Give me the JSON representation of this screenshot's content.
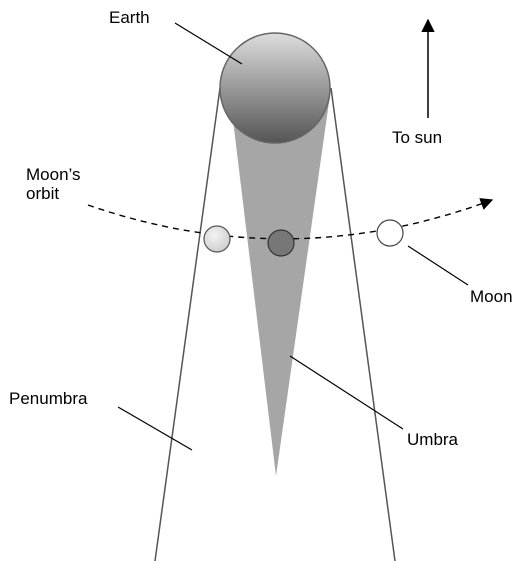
{
  "labels": {
    "earth": "Earth",
    "to_sun": "To sun",
    "moons_orbit_line1": "Moon’s",
    "moons_orbit_line2": "orbit",
    "moon": "Moon",
    "penumbra": "Penumbra",
    "umbra": "Umbra"
  },
  "colors": {
    "umbra_fill": "#a6a6a6",
    "line": "#555555",
    "earth_light": "#dddddd",
    "earth_dark": "#555555",
    "moon_in_umbra": "#777777",
    "moon_in_penumbra": "#cccccc",
    "moon_full": "#ffffff"
  }
}
